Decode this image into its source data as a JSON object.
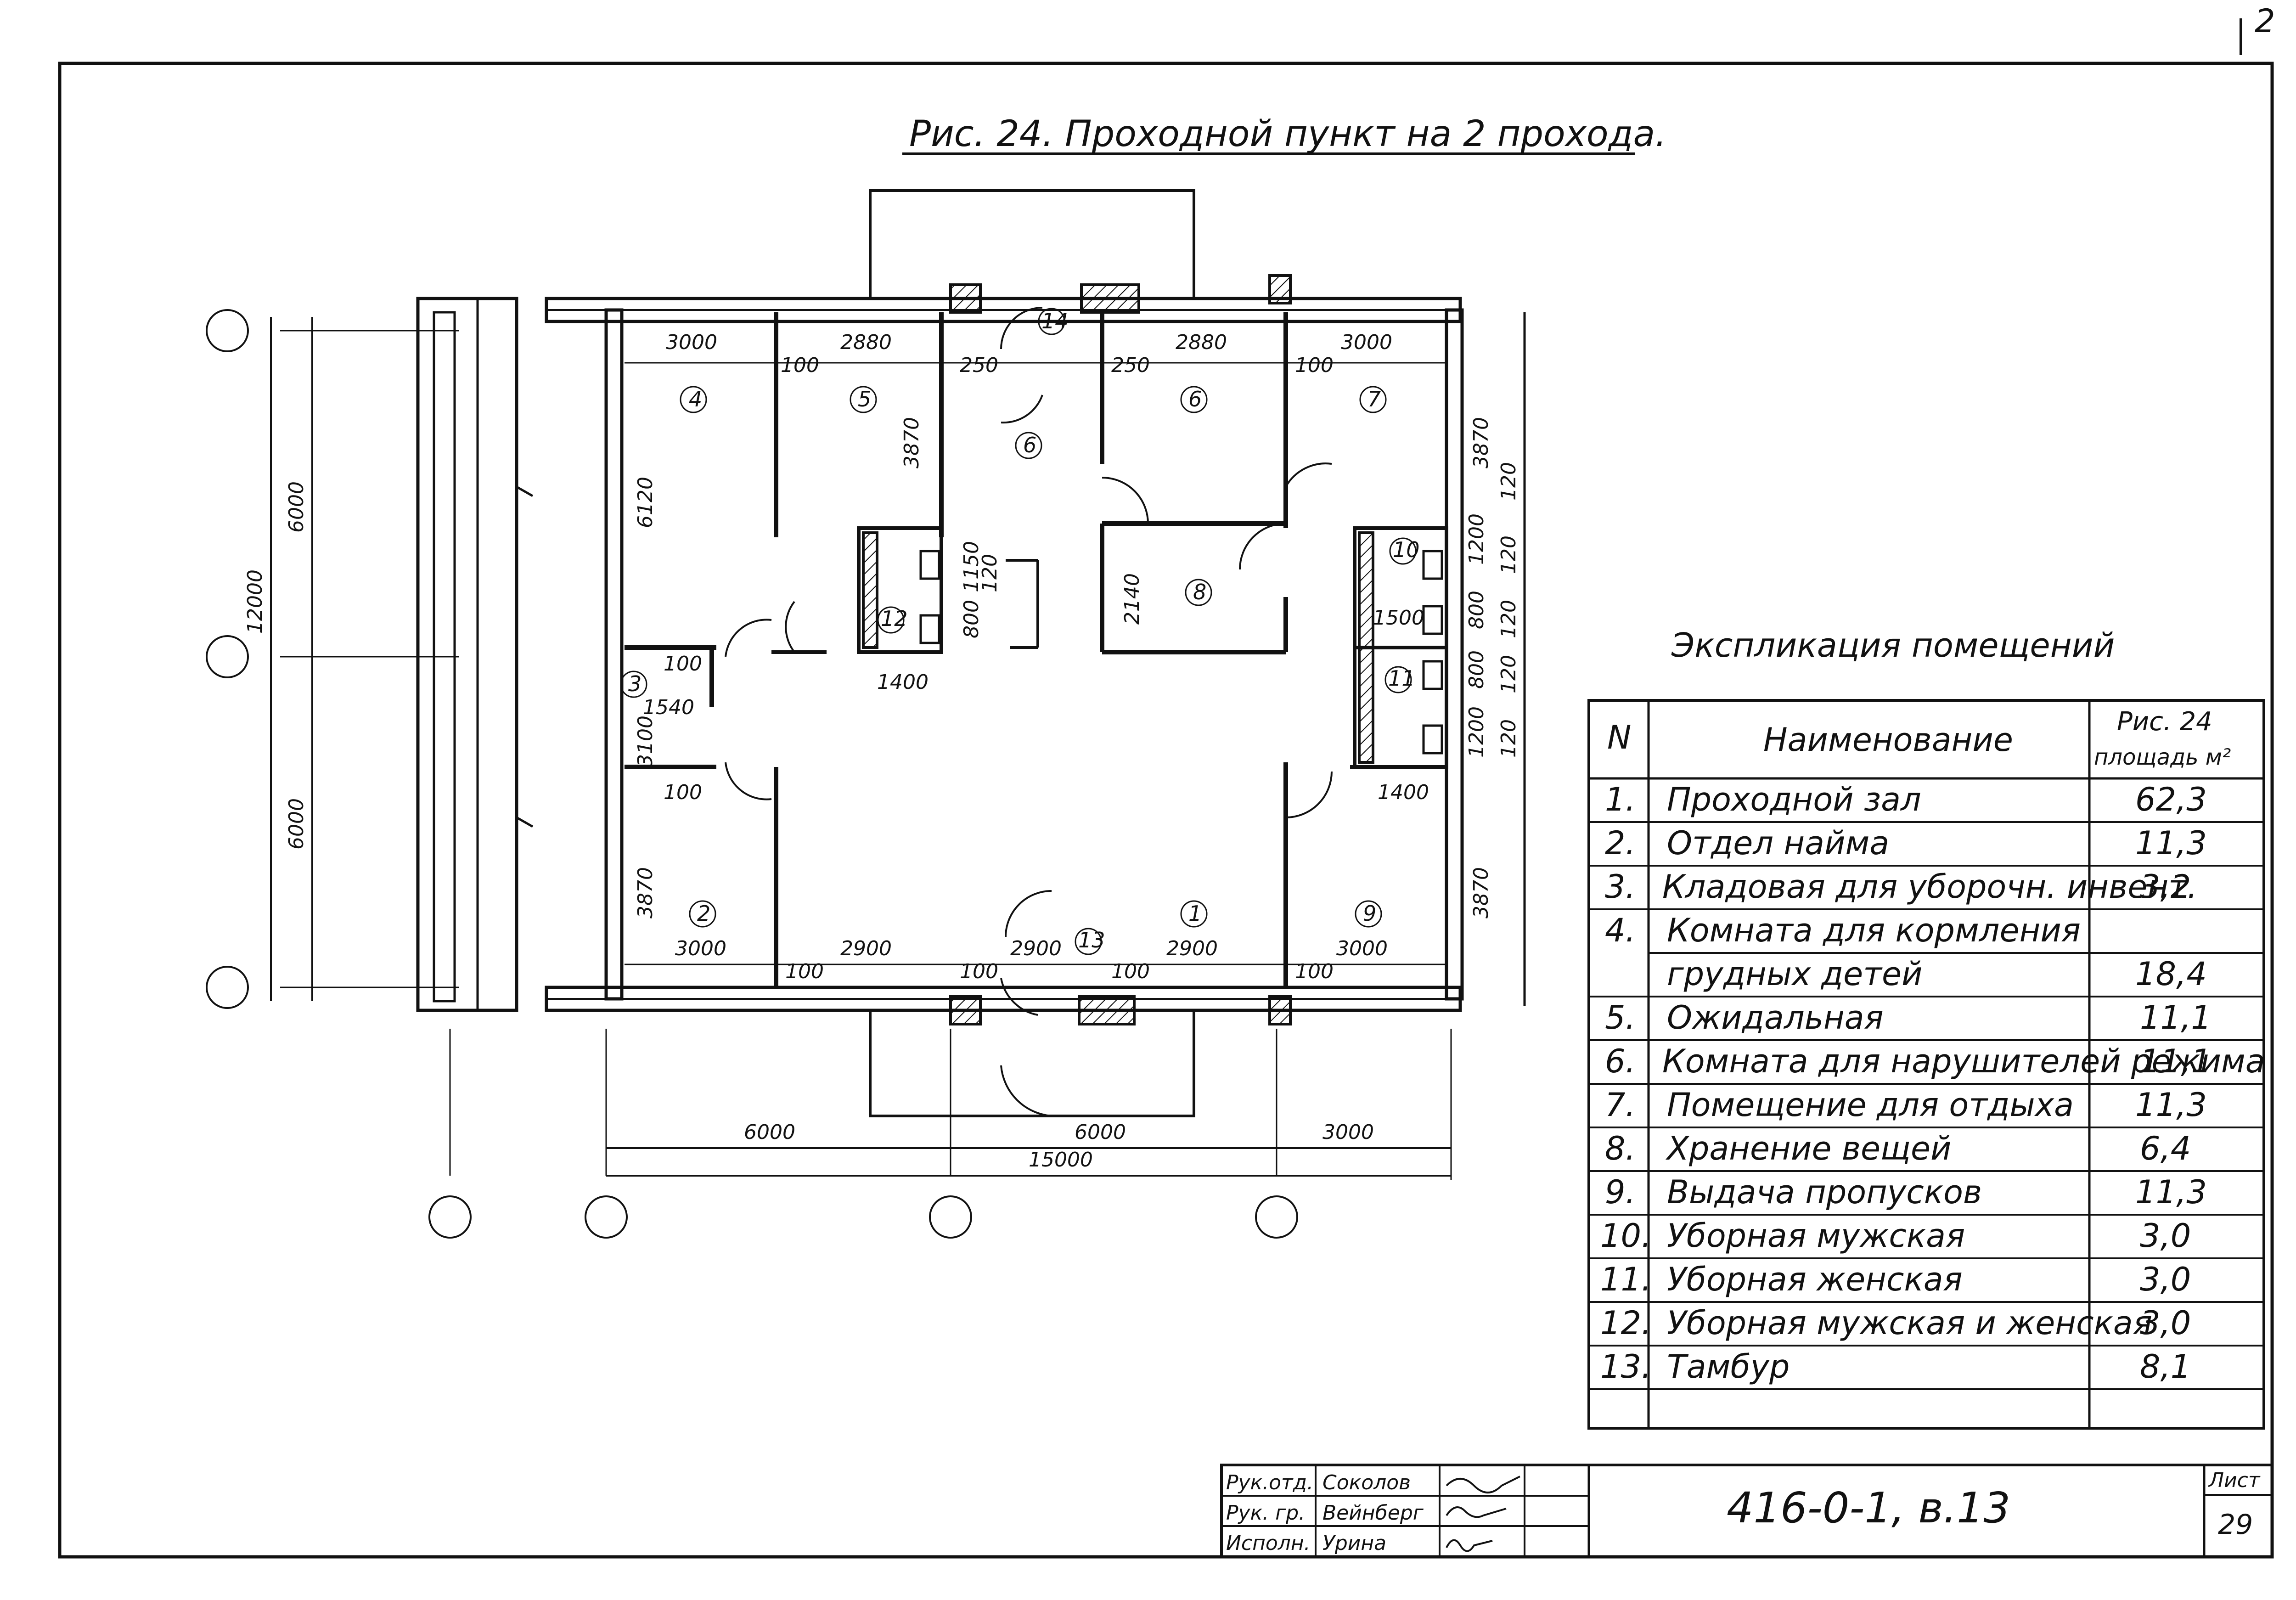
{
  "corner_mark": "2",
  "title": "Рис. 24. Проходной пункт на 2 прохода.",
  "plan": {
    "dims_top": [
      "3000",
      "2880",
      "2880",
      "3000"
    ],
    "dims_bottom_inner": [
      "3000",
      "2900",
      "2900",
      "2900",
      "3000"
    ],
    "dims_bottom_axis": [
      "6000",
      "6000",
      "3000"
    ],
    "dim_total": "15000",
    "dims_left": [
      "12000",
      "6000",
      "6000"
    ],
    "dims_misc": [
      "100",
      "100",
      "100",
      "100",
      "100",
      "100",
      "100",
      "100",
      "250",
      "250",
      "3870",
      "3870",
      "3870",
      "3870",
      "6120",
      "1150",
      "800",
      "120",
      "1400",
      "1400",
      "2140",
      "1200",
      "1200",
      "800",
      "800",
      "120",
      "120",
      "120",
      "120",
      "120",
      "1500",
      "1540",
      "3100"
    ],
    "rooms": [
      "1",
      "2",
      "3",
      "4",
      "5",
      "6",
      "6",
      "7",
      "8",
      "9",
      "10",
      "11",
      "12",
      "13",
      "14"
    ]
  },
  "explication": {
    "heading": "Экспликация помещений",
    "col_n": "N",
    "col_name": "Наименование",
    "col_area_1": "Рис. 24",
    "col_area_2": "площадь м²",
    "rows": [
      {
        "n": "1.",
        "name": "Проходной зал",
        "area": "62,3"
      },
      {
        "n": "2.",
        "name": "Отдел найма",
        "area": "11,3"
      },
      {
        "n": "3.",
        "name": "Кладовая для уборочн. инвент.",
        "area": "3,2"
      },
      {
        "n": "4.",
        "name": "Комната для кормления",
        "area": ""
      },
      {
        "n": "",
        "name": "грудных детей",
        "area": "18,4"
      },
      {
        "n": "5.",
        "name": "Ожидальная",
        "area": "11,1"
      },
      {
        "n": "6.",
        "name": "Комната для нарушителей режима",
        "area": "11,1"
      },
      {
        "n": "7.",
        "name": "Помещение для отдыха",
        "area": "11,3"
      },
      {
        "n": "8.",
        "name": "Хранение вещей",
        "area": "6,4"
      },
      {
        "n": "9.",
        "name": "Выдача пропусков",
        "area": "11,3"
      },
      {
        "n": "10.",
        "name": "Уборная мужская",
        "area": "3,0"
      },
      {
        "n": "11.",
        "name": "Уборная женская",
        "area": "3,0"
      },
      {
        "n": "12.",
        "name": "Уборная мужская и женская",
        "area": "3,0"
      },
      {
        "n": "13.",
        "name": "Тамбур",
        "area": "8,1"
      }
    ]
  },
  "stamp": {
    "roles": [
      "Рук.отд.",
      "Рук. гр.",
      "Исполн."
    ],
    "names": [
      "Соколов",
      "Вейнберг",
      "Урина"
    ],
    "code": "416-0-1, в.13",
    "sheet_label": "Лист",
    "sheet_no": "29"
  }
}
